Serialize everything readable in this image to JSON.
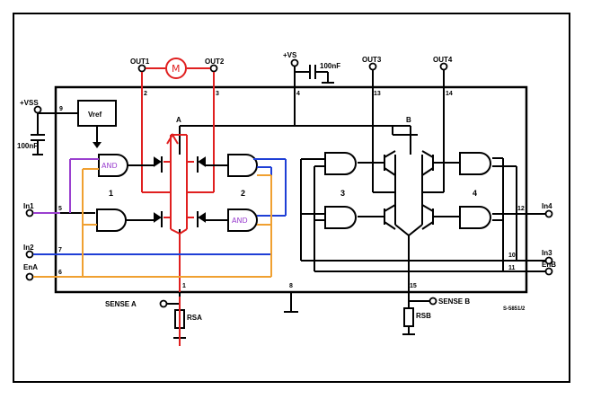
{
  "colors": {
    "red": "#e02020",
    "purple": "#9a3fcf",
    "blue": "#1f3fd6",
    "orange": "#f0a030",
    "black": "#000000"
  },
  "labels": {
    "out1": "OUT1",
    "out2": "OUT2",
    "out3": "OUT3",
    "out4": "OUT4",
    "vs": "+VS",
    "vss": "+VSS",
    "vref": "Vref",
    "cap1": "100nF",
    "cap2": "100nF",
    "motor": "M",
    "node_a": "A",
    "node_b": "B",
    "in1": "In1",
    "in2": "In2",
    "in3": "In3",
    "in4": "In4",
    "ena": "EnA",
    "enb": "EnB",
    "sense_a": "SENSE A",
    "sense_b": "SENSE B",
    "rsa": "RSA",
    "rsb": "RSB",
    "code": "S-5851/2",
    "and1": "AND",
    "and2": "AND"
  },
  "pins": {
    "p1": "1",
    "p2": "2",
    "p3": "3",
    "p4": "4",
    "p5": "5",
    "p6": "6",
    "p7": "7",
    "p8": "8",
    "p9": "9",
    "p10": "10",
    "p11": "11",
    "p12": "12",
    "p13": "13",
    "p14": "14",
    "p15": "15"
  },
  "channels": {
    "c1": "1",
    "c2": "2",
    "c3": "3",
    "c4": "4"
  }
}
